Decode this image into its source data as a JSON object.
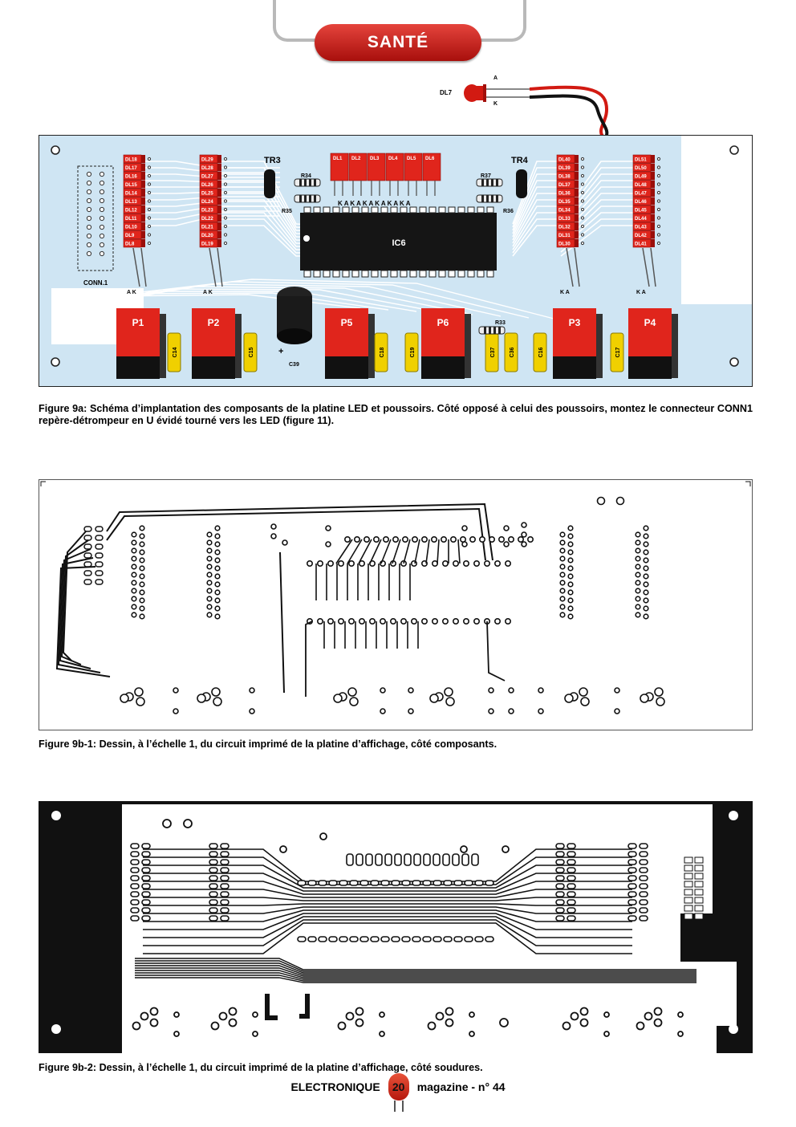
{
  "header": {
    "section": "SANTÉ"
  },
  "fig9a": {
    "caption": "Figure 9a: Schéma d’implantation des composants de la platine LED et poussoirs. Côté opposé à celui des poussoirs, montez le connecteur CONN1 repère-détrompeur en U évidé tourné vers les LED (figure 11).",
    "led_top": {
      "name": "DL7",
      "anode": "A",
      "cathode": "K"
    },
    "conn": "CONN.1",
    "ic": "IC6",
    "transistors": [
      "TR3",
      "TR4"
    ],
    "resistors": [
      "R34",
      "R35",
      "R37",
      "R36",
      "R33"
    ],
    "column1": [
      "DL18",
      "DL17",
      "DL16",
      "DL15",
      "DL14",
      "DL13",
      "DL12",
      "DL11",
      "DL10",
      "DL9",
      "DL8"
    ],
    "column2": [
      "DL29",
      "DL28",
      "DL27",
      "DL26",
      "DL25",
      "DL24",
      "DL23",
      "DL22",
      "DL21",
      "DL20",
      "DL19"
    ],
    "column3": [
      "DL40",
      "DL39",
      "DL38",
      "DL37",
      "DL36",
      "DL35",
      "DL34",
      "DL33",
      "DL32",
      "DL31",
      "DL30"
    ],
    "column4": [
      "DL51",
      "DL50",
      "DL49",
      "DL48",
      "DL47",
      "DL46",
      "DL45",
      "DL44",
      "DL43",
      "DL42",
      "DL41"
    ],
    "top_row": [
      "DL1",
      "DL2",
      "DL3",
      "DL4",
      "DL5",
      "DL6"
    ],
    "ka_row": "K A K A K A K A K A K A",
    "column_pins": {
      "ak": "A K",
      "ka": "K A"
    },
    "buttons": [
      "P1",
      "P2",
      "P5",
      "P6",
      "P3",
      "P4"
    ],
    "caps": [
      "C14",
      "C15",
      "C18",
      "C19",
      "C37",
      "C36",
      "C16",
      "C17"
    ],
    "electrolytic": "C39",
    "plus": "+"
  },
  "fig9b1": {
    "caption": "Figure 9b-1: Dessin, à l’échelle 1, du circuit imprimé de la platine d’affichage, côté composants."
  },
  "fig9b2": {
    "caption": "Figure 9b-2: Dessin, à l’échelle 1, du circuit imprimé de la platine d’affichage, côté soudures."
  },
  "footer": {
    "left": "ELECTRONIQUE",
    "page": "20",
    "right": "magazine - n° 44"
  }
}
